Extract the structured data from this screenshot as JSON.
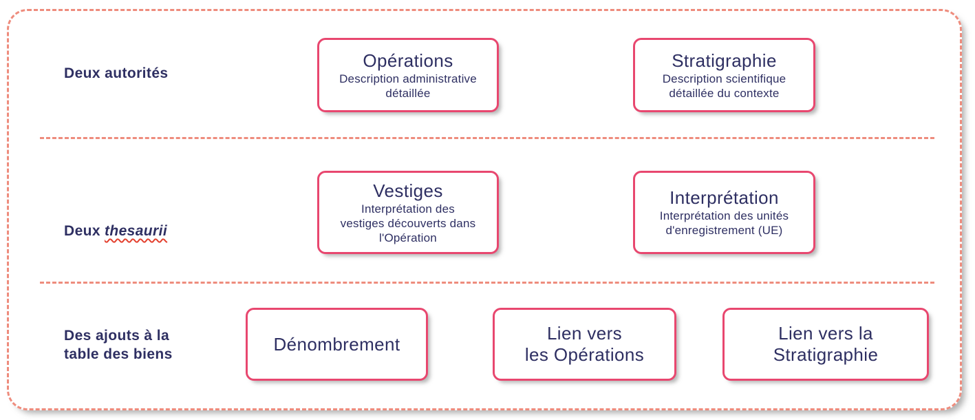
{
  "colors": {
    "panel_dashed_border": "#ee8c7d",
    "box_border": "#e8476f",
    "text_navy": "#2e2f62",
    "spellcheck_wavy_underline": "#e3402e",
    "background": "#ffffff"
  },
  "rows": [
    {
      "label": "Deux autorités",
      "boxes": [
        {
          "title": "Opérations",
          "subtitle": "Description administrative\ndétaillée"
        },
        {
          "title": "Stratigraphie",
          "subtitle": "Description scientifique\ndétaillée du contexte"
        }
      ]
    },
    {
      "label_prefix": "Deux",
      "label_italic": "thesaurii",
      "boxes": [
        {
          "title": "Vestiges",
          "subtitle": "Interprétation des\nvestiges découverts dans\nl'Opération"
        },
        {
          "title": "Interprétation",
          "subtitle": "Interprétation des unités\nd'enregistrement (UE)"
        }
      ]
    },
    {
      "label": "Des ajouts à la\ntable des biens",
      "boxes": [
        {
          "title": "Dénombrement"
        },
        {
          "title": "Lien vers\nles Opérations"
        },
        {
          "title": "Lien vers la\nStratigraphie"
        }
      ]
    }
  ]
}
